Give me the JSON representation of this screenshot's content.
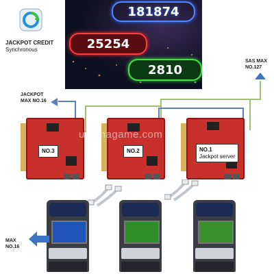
{
  "logo_icon": "circular-arrows-icon",
  "labels": {
    "jackpot_credit_line1": "JACKPOT CREDIT",
    "jackpot_credit_line2": "Synchronous",
    "jackpot_max_line1": "JACKPOT",
    "jackpot_max_line2": "MAX NO.16",
    "sas_max_line1": "SAS MAX",
    "sas_max_line2": "NO.127",
    "max_line1": "MAX",
    "max_line2": "NO.16"
  },
  "display": {
    "jackpots": [
      {
        "value": "181874",
        "color": "#2b6bff"
      },
      {
        "value": "25254",
        "color": "#ff2a2a"
      },
      {
        "value": "2810",
        "color": "#3bd13b"
      }
    ]
  },
  "boards": [
    {
      "label_line1": "NO.3",
      "label_line2": ""
    },
    {
      "label_line1": "NO.2",
      "label_line2": ""
    },
    {
      "label_line1": "NO.1",
      "label_line2": "Jackpot server"
    }
  ],
  "watermark": "uanmagame.com",
  "colors": {
    "green_line": "#9cc46a",
    "blue_line": "#5b7fc7",
    "arrow_blue": "#3a74c4",
    "board_red": "#c8302c"
  },
  "icons": {
    "upload_arrow": "arrow-up-icon",
    "left_arrow": "arrow-left-icon",
    "cable": "ethernet-cable-icon"
  }
}
